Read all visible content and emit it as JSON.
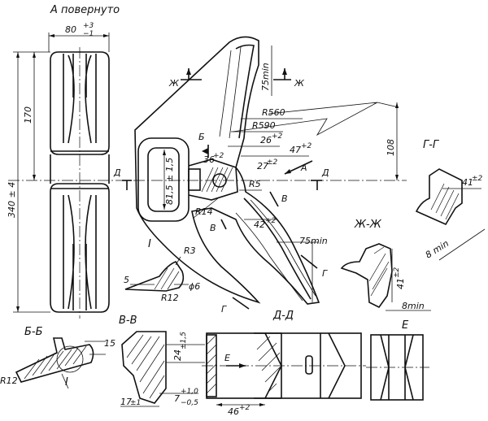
{
  "views": {
    "a_rotated": "А повернуто",
    "section_bb": "Б-Б",
    "section_vv": "В-В",
    "section_dd": "Д-Д",
    "section_gg": "Г-Г",
    "section_zhzh": "Ж-Ж",
    "detail_i": "I",
    "view_e": "Е"
  },
  "markers": {
    "zh": "Ж",
    "b": "Б",
    "v": "В",
    "g": "Г",
    "d": "Д",
    "a": "А",
    "e": "Е",
    "i": "I"
  },
  "dimensions": {
    "width_80": "80",
    "width_80_tol_up": "+3",
    "width_80_tol_dn": "−1",
    "height_340": "340 ± 4",
    "height_170": "170",
    "dim_75min_top": "75min",
    "r560": "R560",
    "r590": "R590",
    "dim_108": "108",
    "dim_26": "26",
    "dim_26_tol": "+2",
    "dim_47": "47",
    "dim_47_tol": "+2",
    "dim_36": "36",
    "dim_36_tol": "+2",
    "dim_27": "27",
    "dim_27_tol": "±2",
    "dim_81_5": "81,5 ± 1,5",
    "r14": "R14",
    "r5": "R5",
    "dim_42": "42",
    "dim_42_tol": "+2",
    "dim_75min_right": "75min",
    "dim_41_g": "41",
    "dim_41_g_tol": "±2",
    "dim_8min_g": "8 min",
    "dim_41_zh": "41",
    "dim_41_zh_tol": "±2",
    "dim_8min_zh": "8min",
    "r3": "R3",
    "dim_5": "5",
    "phi6": "ϕ6",
    "r12_detail": "R12",
    "dim_15": "15",
    "r12_bb": "R12",
    "dim_24": "24",
    "dim_24_tol": "±1,5",
    "dim_17": "17",
    "dim_17_tol": "±1",
    "dim_7": "7",
    "dim_7_tol_up": "+1,0",
    "dim_7_tol_dn": "−0,5",
    "dim_46": "46",
    "dim_46_tol": "+2"
  }
}
